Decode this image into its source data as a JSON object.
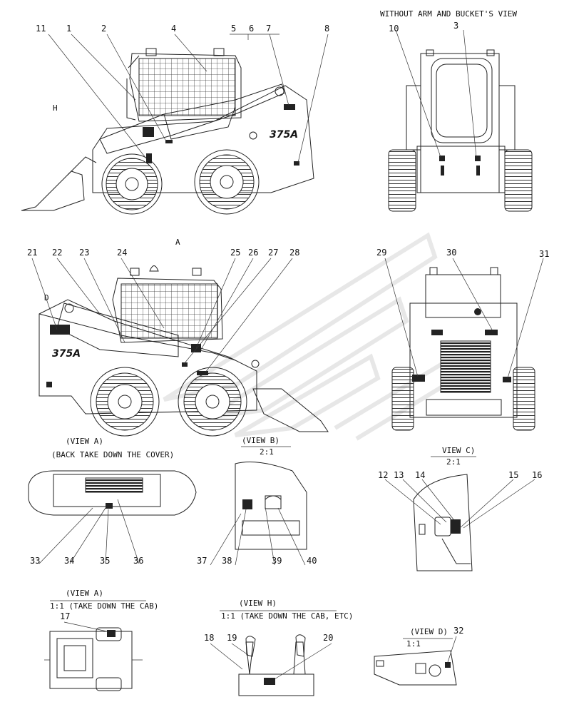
{
  "views": {
    "top_right_title": "WITHOUT ARM AND BUCKET'S VIEW",
    "h_marker": "H",
    "a_marker": "A",
    "d_marker": "D",
    "model_side_1": "375A",
    "model_side_2": "375A",
    "view_a_back_title": "(VIEW A)",
    "view_a_back_sub": "(BACK TAKE DOWN THE COVER)",
    "view_b_title": "(VIEW B)",
    "view_b_scale": "2:1",
    "view_c_title": "VIEW C)",
    "view_c_scale": "2:1",
    "view_a_cab_title": "(VIEW A)",
    "view_a_cab_sub": "1:1  (TAKE DOWN THE CAB)",
    "view_h_title": "(VIEW H)",
    "view_h_sub": "1:1  (TAKE DOWN THE CAB, ETC)",
    "view_d_title": "(VIEW D)",
    "view_d_scale": "1:1"
  },
  "callouts": {
    "n1": "1",
    "n2": "2",
    "n3": "3",
    "n4": "4",
    "n5": "5",
    "n6": "6",
    "n7": "7",
    "n8": "8",
    "n10": "10",
    "n11": "11",
    "n12": "12",
    "n13": "13",
    "n14": "14",
    "n15": "15",
    "n16": "16",
    "n17": "17",
    "n18": "18",
    "n19": "19",
    "n20": "20",
    "n21": "21",
    "n22": "22",
    "n23": "23",
    "n24": "24",
    "n25": "25",
    "n26": "26",
    "n27": "27",
    "n28": "28",
    "n29": "29",
    "n30": "30",
    "n31": "31",
    "n32": "32",
    "n33": "33",
    "n34": "34",
    "n35": "35",
    "n36": "36",
    "n37": "37",
    "n38": "38",
    "n39": "39",
    "n40": "40"
  }
}
